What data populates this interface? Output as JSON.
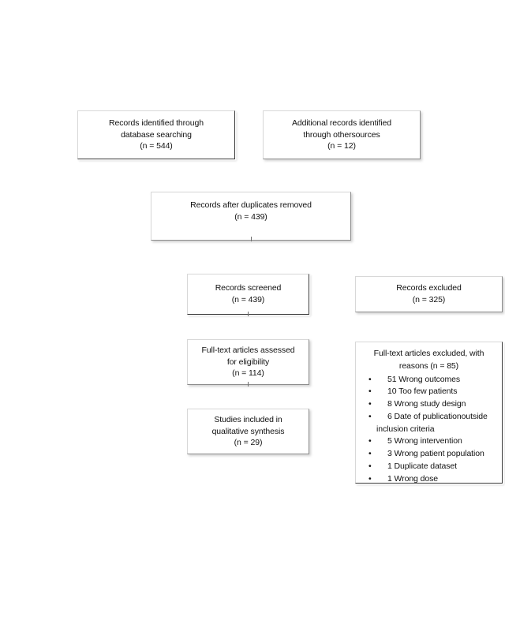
{
  "diagram": {
    "type": "prisma-flow-diagram",
    "boxes": [
      {
        "id": "records-identified-database",
        "lines": [
          "Records identified through",
          "database searching",
          "(n = 544)"
        ]
      },
      {
        "id": "records-identified-other",
        "lines": [
          "Additional records identified",
          "through othersources",
          "(n = 12)"
        ]
      },
      {
        "id": "records-after-duplicates",
        "lines": [
          "Records after duplicates removed",
          "(n = 439)"
        ]
      },
      {
        "id": "records-screened",
        "lines": [
          "Records screened",
          "(n = 439)"
        ]
      },
      {
        "id": "records-excluded",
        "lines": [
          "Records excluded",
          "(n = 325)"
        ]
      },
      {
        "id": "fulltext-assessed",
        "lines": [
          "Full-text articles assessed",
          "for eligibility",
          "(n = 114)"
        ]
      },
      {
        "id": "studies-included",
        "lines": [
          "Studies included in",
          "qualitative synthesis",
          "(n = 29)"
        ]
      }
    ],
    "exclusion_reasons": {
      "id": "fulltext-excluded-reasons",
      "heading_lines": [
        "Full-text articles excluded, with",
        "reasons (n = 85)"
      ],
      "bullet_symbol": "•",
      "items": [
        {
          "text": "51 Wrong outcomes",
          "continuation": ""
        },
        {
          "text": "10 Too few patients",
          "continuation": ""
        },
        {
          "text": "8 Wrong study design",
          "continuation": ""
        },
        {
          "text": "6 Date of publicationoutside",
          "continuation": "inclusion criteria"
        },
        {
          "text": "5 Wrong intervention",
          "continuation": ""
        },
        {
          "text": "3 Wrong patient population",
          "continuation": ""
        },
        {
          "text": "1 Duplicate dataset",
          "continuation": ""
        },
        {
          "text": "1 Wrong dose",
          "continuation": ""
        }
      ]
    },
    "colors": {
      "background": "#ffffff",
      "box_fill": "#ffffff",
      "box_border_light": "#d8d8d8",
      "box_edge_dark": "#3a3a3a",
      "box_edge_soft": "#8c8c8c",
      "text": "#111111"
    }
  }
}
